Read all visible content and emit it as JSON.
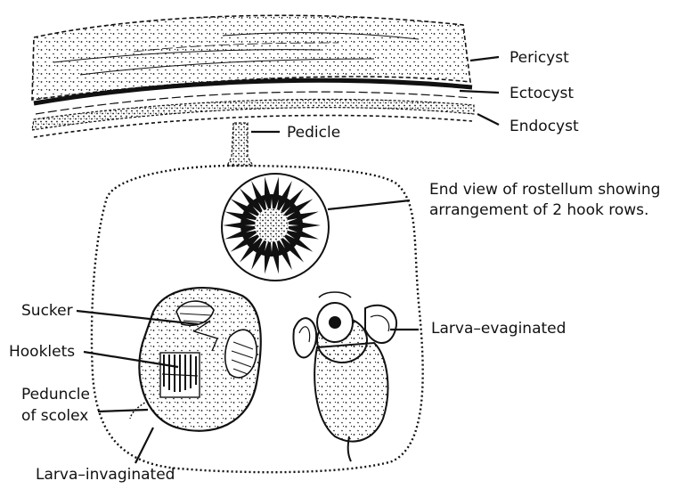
{
  "labels": {
    "pericyst": "Pericyst",
    "ectocyst": "Ectocyst",
    "endocyst": "Endocyst",
    "pedicle": "Pedicle",
    "rostellum_line1": "End view of rostellum showing",
    "rostellum_line2": "arrangement of 2 hook rows.",
    "sucker": "Sucker",
    "hooklets": "Hooklets",
    "peduncle_line1": "Peduncle",
    "peduncle_line2": "of scolex",
    "larva_evaginated": "Larva–evaginated",
    "larva_invaginated": "Larva–invaginated"
  },
  "colors": {
    "ink": "#111111",
    "background": "#ffffff"
  }
}
